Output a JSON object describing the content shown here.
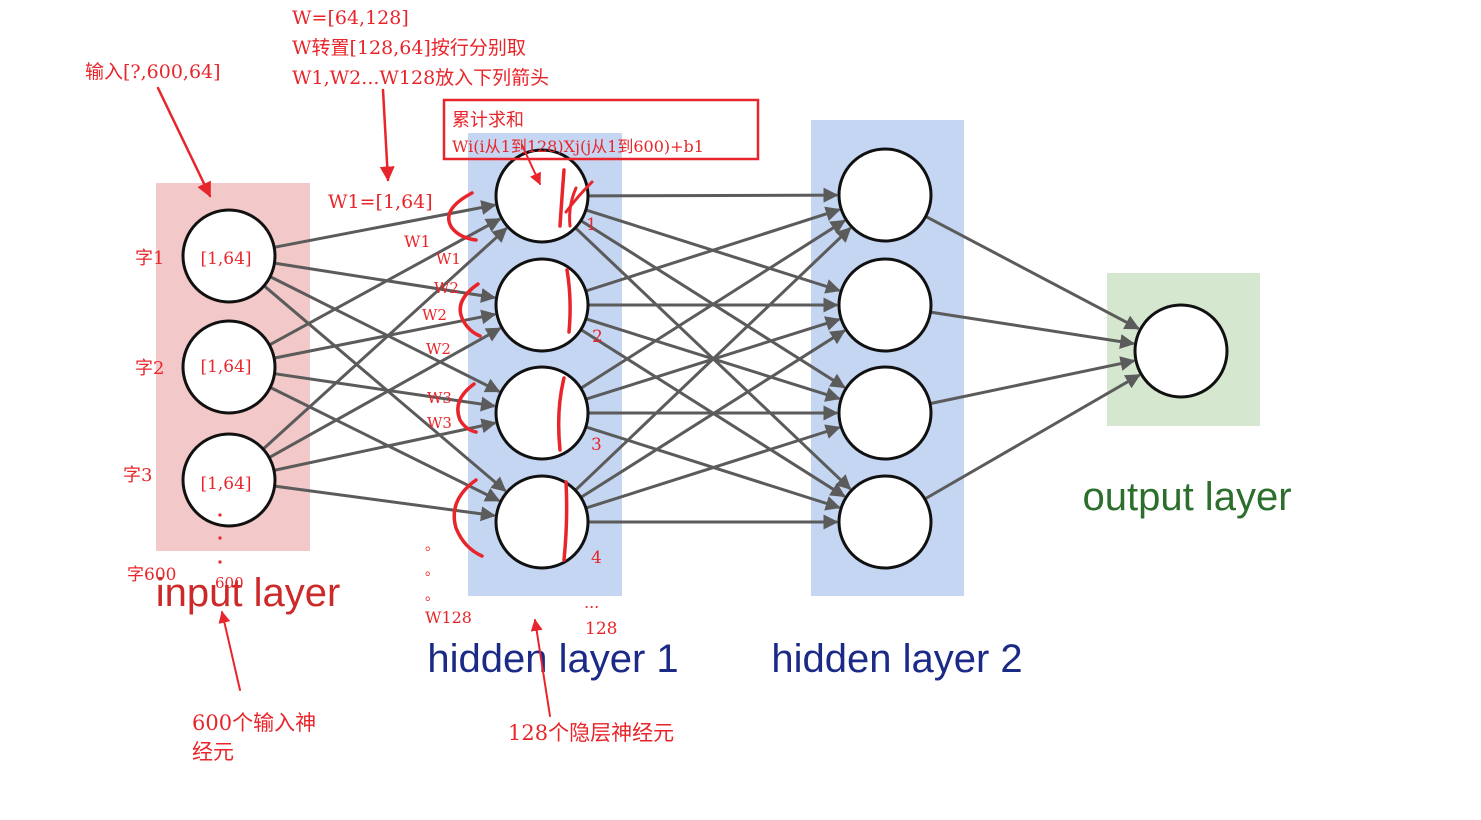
{
  "colors": {
    "input_band": "#f2c8c8",
    "hidden_band": "#c5d6f2",
    "output_band": "#d5e8cf",
    "annotation": "#e8252a",
    "input_title": "#cc2a2a",
    "hidden_title": "#1b2a86",
    "output_title": "#2c6e2c"
  },
  "layers": {
    "input": "input layer",
    "hidden1": "hidden layer 1",
    "hidden2": "hidden layer 2",
    "output": "output layer"
  },
  "annotations": {
    "input_shape": "输入[?,600,64]",
    "w_shape": "W=[64,128]",
    "w_transpose": "W转置[128,64]按行分别取",
    "w_arrows": "W1,W2...W128放入下列箭头",
    "sum_title": "累计求和",
    "sum_formula": "Wi(i从1到128)Xj(j从1到600)+b1",
    "w1_shape": "W1=[1,64]",
    "input_neurons_note_line1": "600个输入神",
    "input_neurons_note_line2": "经元",
    "hidden_neurons_note": "128个隐层神经元",
    "char_600": "字600",
    "num_600": "600",
    "w128": "W128",
    "dots_128": "...",
    "num_128": "128"
  },
  "input_nodes": [
    {
      "char": "字1",
      "value": "[1,64]"
    },
    {
      "char": "字2",
      "value": "[1,64]"
    },
    {
      "char": "字3",
      "value": "[1,64]"
    }
  ],
  "hidden1_numbers": [
    "1",
    "2",
    "3",
    "4"
  ],
  "weight_labels": [
    {
      "label": "W1"
    },
    {
      "label": "W1"
    },
    {
      "label": "W2"
    },
    {
      "label": "W2"
    },
    {
      "label": "W2"
    },
    {
      "label": "W3"
    },
    {
      "label": "W3"
    }
  ],
  "dots": {
    "symbol": "。"
  }
}
